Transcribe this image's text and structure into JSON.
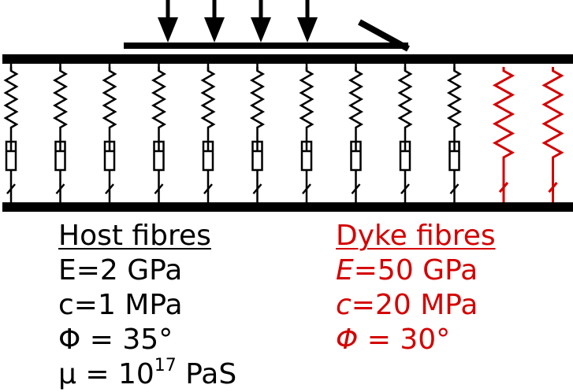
{
  "colors": {
    "host": "#000000",
    "dyke": "#d40000"
  },
  "diagram": {
    "load_arrow_count": 4,
    "host_fibre_count": 10,
    "dyke_fibre_count": 2
  },
  "host": {
    "heading": "Host fibres",
    "E": "E=2 GPa",
    "c": "c=1 MPa",
    "phi": "Φ = 35°",
    "mu_prefix": "μ = 10",
    "mu_exponent": "17",
    "mu_unit": " PaS"
  },
  "dyke": {
    "heading": "Dyke fibres",
    "E_symbol": "E",
    "E_value": "=50 GPa",
    "c_symbol": "c",
    "c_value": "=20 MPa",
    "phi_symbol": "Φ",
    "phi_value": " = 30°"
  }
}
